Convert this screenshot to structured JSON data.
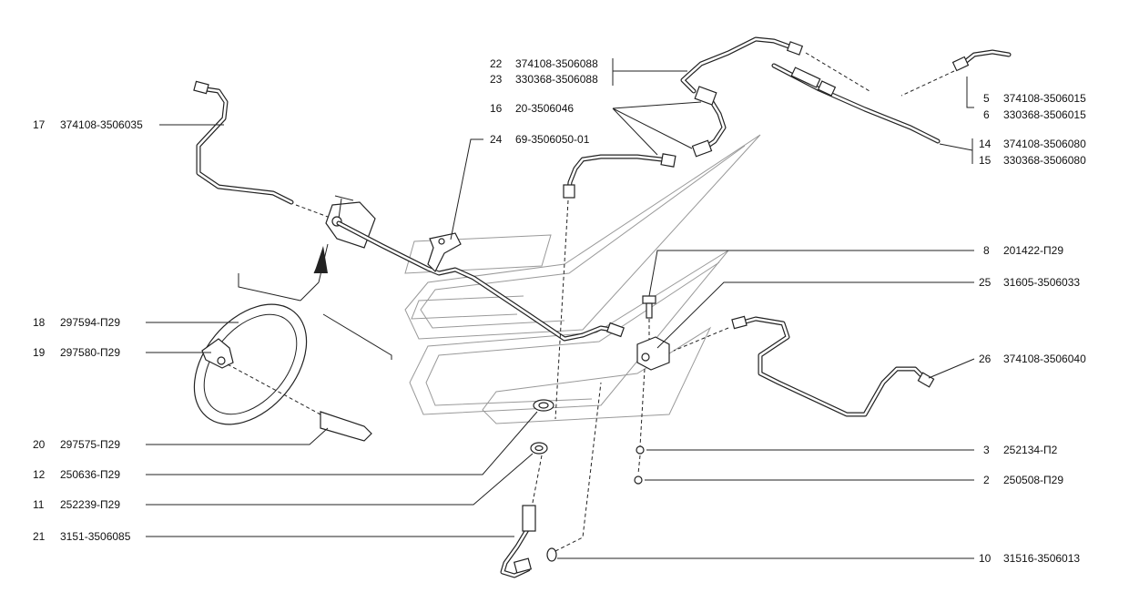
{
  "callouts": [
    {
      "num": "17",
      "code": "374108-3506035"
    },
    {
      "num": "18",
      "code": "297594-П29"
    },
    {
      "num": "19",
      "code": "297580-П29"
    },
    {
      "num": "20",
      "code": "297575-П29"
    },
    {
      "num": "12",
      "code": "250636-П29"
    },
    {
      "num": "11",
      "code": "252239-П29"
    },
    {
      "num": "21",
      "code": "3151-3506085"
    },
    {
      "num": "22",
      "code": "374108-3506088"
    },
    {
      "num": "23",
      "code": "330368-3506088"
    },
    {
      "num": "16",
      "code": "20-3506046"
    },
    {
      "num": "24",
      "code": "69-3506050-01"
    },
    {
      "num": "5",
      "code": "374108-3506015"
    },
    {
      "num": "6",
      "code": "330368-3506015"
    },
    {
      "num": "14",
      "code": "374108-3506080"
    },
    {
      "num": "15",
      "code": "330368-3506080"
    },
    {
      "num": "8",
      "code": "201422-П29"
    },
    {
      "num": "25",
      "code": "31605-3506033"
    },
    {
      "num": "26",
      "code": "374108-3506040"
    },
    {
      "num": "3",
      "code": "252134-П2"
    },
    {
      "num": "2",
      "code": "250508-П29"
    },
    {
      "num": "10",
      "code": "31516-3506013"
    }
  ]
}
